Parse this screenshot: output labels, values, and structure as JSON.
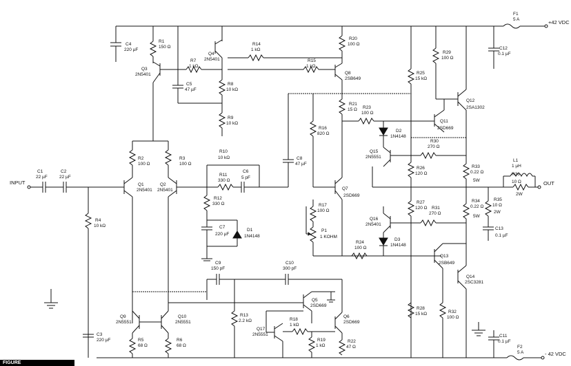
{
  "rails": {
    "pos": "+42 VDC",
    "neg": "- 42 VDC"
  },
  "io": {
    "input": "INPUT",
    "output": "OUT"
  },
  "figure_tag": "FIGURE",
  "components": {
    "f1": {
      "ref": "F1",
      "value": "5 A"
    },
    "f2": {
      "ref": "F2",
      "value": "5 A"
    },
    "c1": {
      "ref": "C1",
      "value": "22 µF"
    },
    "c2": {
      "ref": "C2",
      "value": "22 µF"
    },
    "c3": {
      "ref": "C3",
      "value": "220 µF"
    },
    "c4": {
      "ref": "C4",
      "value": "220 µF"
    },
    "c5": {
      "ref": "C5",
      "value": "47 µF"
    },
    "c6": {
      "ref": "C6",
      "value": "5 pF"
    },
    "c7": {
      "ref": "C7",
      "value": "220 µF"
    },
    "c8": {
      "ref": "C8",
      "value": "47 µF"
    },
    "c9": {
      "ref": "C9",
      "value": "150 pF"
    },
    "c10": {
      "ref": "C10",
      "value": "300 pF"
    },
    "c11": {
      "ref": "C11",
      "value": "0.1 µF"
    },
    "c12": {
      "ref": "C12",
      "value": "0.1 µF"
    },
    "c13": {
      "ref": "C13",
      "value": "0.1 µF"
    },
    "r1": {
      "ref": "R1",
      "value": "150 Ω"
    },
    "r2": {
      "ref": "R2",
      "value": "100 Ω"
    },
    "r3": {
      "ref": "R3",
      "value": "100 Ω"
    },
    "r4": {
      "ref": "R4",
      "value": "10 kΩ"
    },
    "r5": {
      "ref": "R5",
      "value": "68 Ω"
    },
    "r6": {
      "ref": "R6",
      "value": "68 Ω"
    },
    "r7": {
      "ref": "R7",
      "value": "1 kΩ"
    },
    "r8": {
      "ref": "R8",
      "value": "10 kΩ"
    },
    "r9": {
      "ref": "R9",
      "value": "10 kΩ"
    },
    "r10": {
      "ref": "R10",
      "value": "10 kΩ"
    },
    "r11": {
      "ref": "R11",
      "value": "330 Ω"
    },
    "r12": {
      "ref": "R12",
      "value": "330 Ω"
    },
    "r13": {
      "ref": "R13",
      "value": "2.2 kΩ"
    },
    "r14": {
      "ref": "R14",
      "value": "1 kΩ"
    },
    "r15": {
      "ref": "R15",
      "value": "1 kΩ"
    },
    "r16": {
      "ref": "R16",
      "value": "820 Ω"
    },
    "r17": {
      "ref": "R17",
      "value": "100 Ω"
    },
    "r18": {
      "ref": "R18",
      "value": "1 kΩ"
    },
    "r19": {
      "ref": "R19",
      "value": "1 kΩ"
    },
    "r20": {
      "ref": "R20",
      "value": "100 Ω"
    },
    "r21": {
      "ref": "R21",
      "value": "15 Ω"
    },
    "r22": {
      "ref": "R22",
      "value": "47 Ω"
    },
    "r23": {
      "ref": "R23",
      "value": "100 Ω"
    },
    "r24": {
      "ref": "R24",
      "value": "100 Ω"
    },
    "r25": {
      "ref": "R25",
      "value": "15 kΩ"
    },
    "r26": {
      "ref": "R26",
      "value": "120 Ω"
    },
    "r27": {
      "ref": "R27",
      "value": "120 Ω"
    },
    "r28": {
      "ref": "R28",
      "value": "15 kΩ"
    },
    "r29": {
      "ref": "R29",
      "value": "100 Ω"
    },
    "r30": {
      "ref": "R30",
      "value": "270 Ω"
    },
    "r31": {
      "ref": "R31",
      "value": "270 Ω"
    },
    "r32": {
      "ref": "R32",
      "value": "100 Ω"
    },
    "r33": {
      "ref": "R33",
      "value": "0.22 Ω",
      "power": "5W"
    },
    "r34": {
      "ref": "R34",
      "value": "0.22 Ω",
      "power": "5W"
    },
    "r35": {
      "ref": "R35",
      "value": "10 Ω",
      "power": "2W"
    },
    "r36": {
      "ref": "R36",
      "value": "10 Ω",
      "power": "2W"
    },
    "l1": {
      "ref": "L1",
      "value": "1 µH"
    },
    "p1": {
      "ref": "P1",
      "value": "1 KOHM"
    },
    "d1": {
      "ref": "D1",
      "value": "1N4148"
    },
    "d2": {
      "ref": "D2",
      "value": "1N4148"
    },
    "d3": {
      "ref": "D3",
      "value": "1N4148"
    },
    "q1": {
      "ref": "Q1",
      "value": "2N5401"
    },
    "q2": {
      "ref": "Q2",
      "value": "2N5401"
    },
    "q3": {
      "ref": "Q3",
      "value": "2N5401"
    },
    "q4": {
      "ref": "Q4",
      "value": "2N5401"
    },
    "q5": {
      "ref": "Q5",
      "value": "2SD669"
    },
    "q6": {
      "ref": "Q6",
      "value": "2SD669"
    },
    "q7": {
      "ref": "Q7",
      "value": "2SD669"
    },
    "q8": {
      "ref": "Q8",
      "value": "2SB649"
    },
    "q9": {
      "ref": "Q9",
      "value": "2N5551"
    },
    "q10": {
      "ref": "Q10",
      "value": "2N5551"
    },
    "q11": {
      "ref": "Q11",
      "value": "2SD669"
    },
    "q12": {
      "ref": "Q12",
      "value": "2SA1302"
    },
    "q13": {
      "ref": "Q13",
      "value": "2SB649"
    },
    "q14": {
      "ref": "Q14",
      "value": "2SC3281"
    },
    "q15": {
      "ref": "Q15",
      "value": "2N5551"
    },
    "q16": {
      "ref": "Q16",
      "value": "2N5401"
    },
    "q17": {
      "ref": "Q17",
      "value": "2N5551"
    }
  }
}
